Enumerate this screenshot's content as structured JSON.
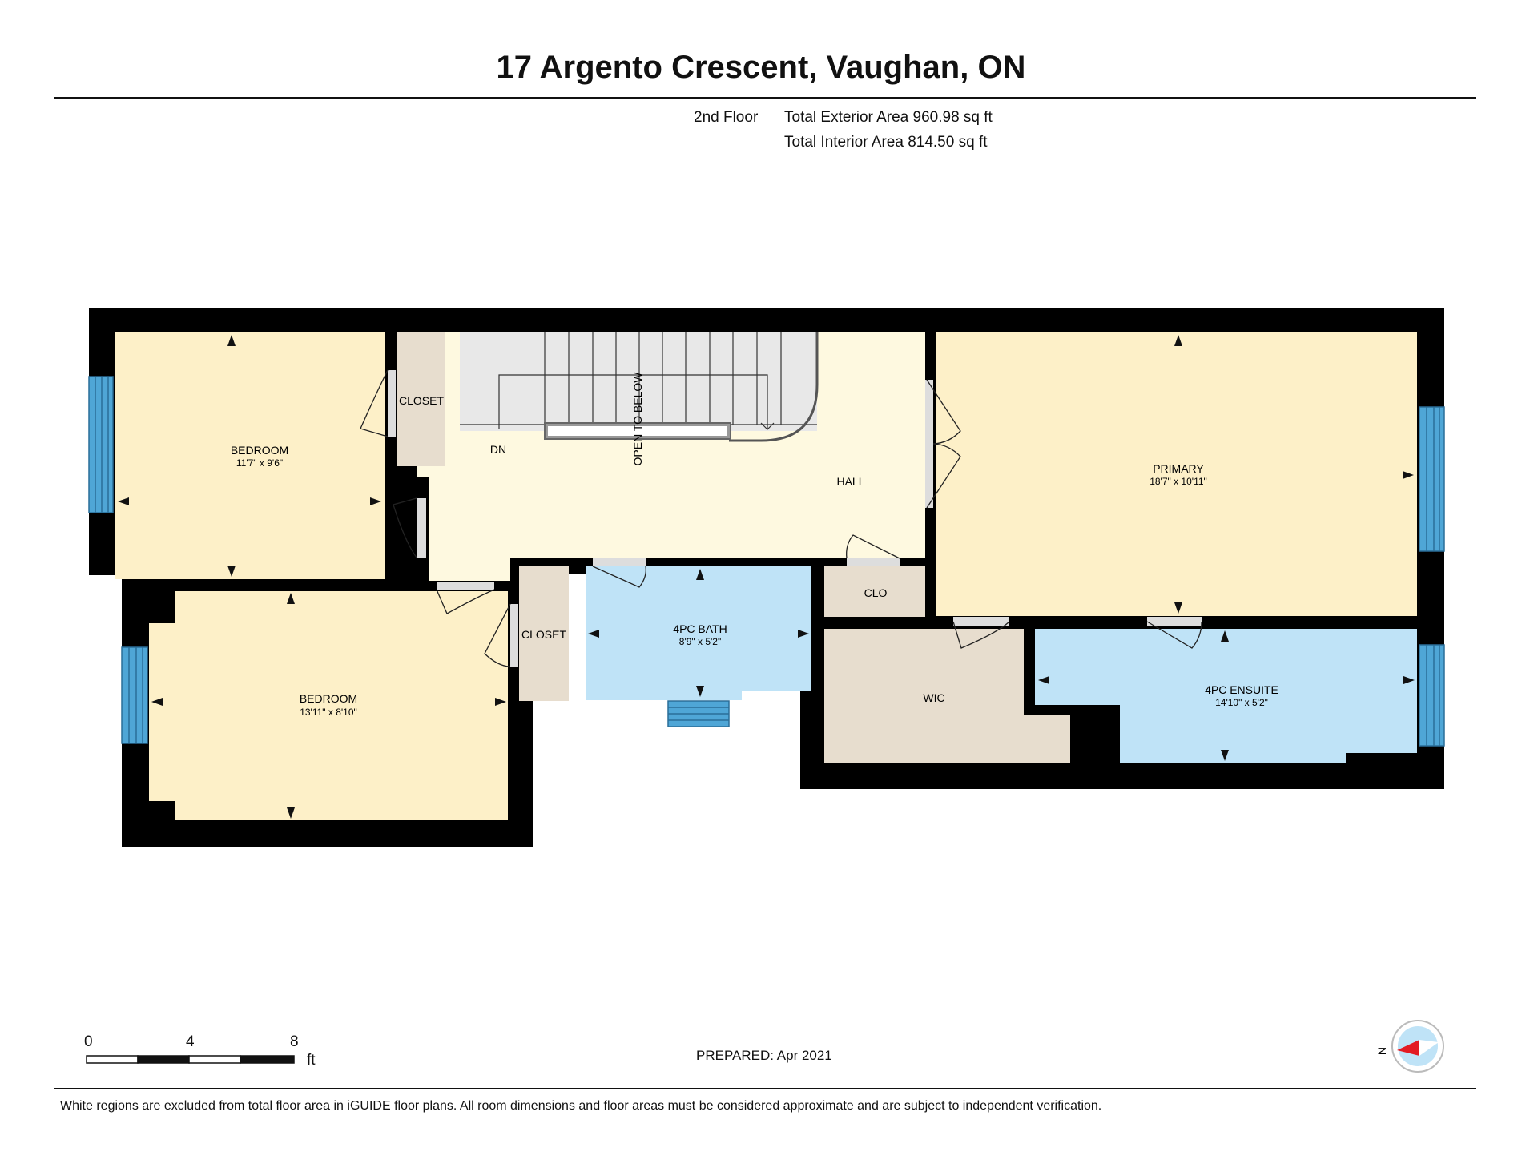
{
  "title": "17 Argento Crescent, Vaughan, ON",
  "floor": "2nd Floor",
  "areas": {
    "exterior": "Total Exterior Area 960.98 sq ft",
    "interior": "Total Interior Area 814.50 sq ft"
  },
  "rooms": [
    {
      "id": "bedroom1",
      "name": "BEDROOM",
      "dims": "11'7\" x 9'6\""
    },
    {
      "id": "bedroom2",
      "name": "BEDROOM",
      "dims": "13'11\" x 8'10\""
    },
    {
      "id": "primary",
      "name": "PRIMARY",
      "dims": "18'7\" x 10'11\""
    },
    {
      "id": "bath",
      "name": "4PC BATH",
      "dims": "8'9\" x 5'2\""
    },
    {
      "id": "ensuite",
      "name": "4PC ENSUITE",
      "dims": "14'10\" x 5'2\""
    }
  ],
  "labels": {
    "closet_top": "CLOSET",
    "closet_mid": "CLOSET",
    "clo": "CLO",
    "wic": "WIC",
    "hall": "HALL",
    "dn": "DN",
    "open_to_below": "OPEN TO BELOW"
  },
  "scale": {
    "ticks": [
      "0",
      "4",
      "8"
    ],
    "unit": "ft"
  },
  "compass": {
    "letter": "N",
    "needle_color": "#e31b23"
  },
  "prepared": "PREPARED: Apr 2021",
  "disclaimer": "White regions are excluded from total floor area in iGUIDE floor plans. All room dimensions and floor areas must be considered approximate and are subject to independent verification.",
  "colors": {
    "wall": "#000000",
    "bedroom": "#fdf0c8",
    "hall": "#fef9e0",
    "bath": "#bfe3f7",
    "closet": "#e7ddce",
    "stairs": "#e8e8e8",
    "window": "#4fa6d6"
  }
}
